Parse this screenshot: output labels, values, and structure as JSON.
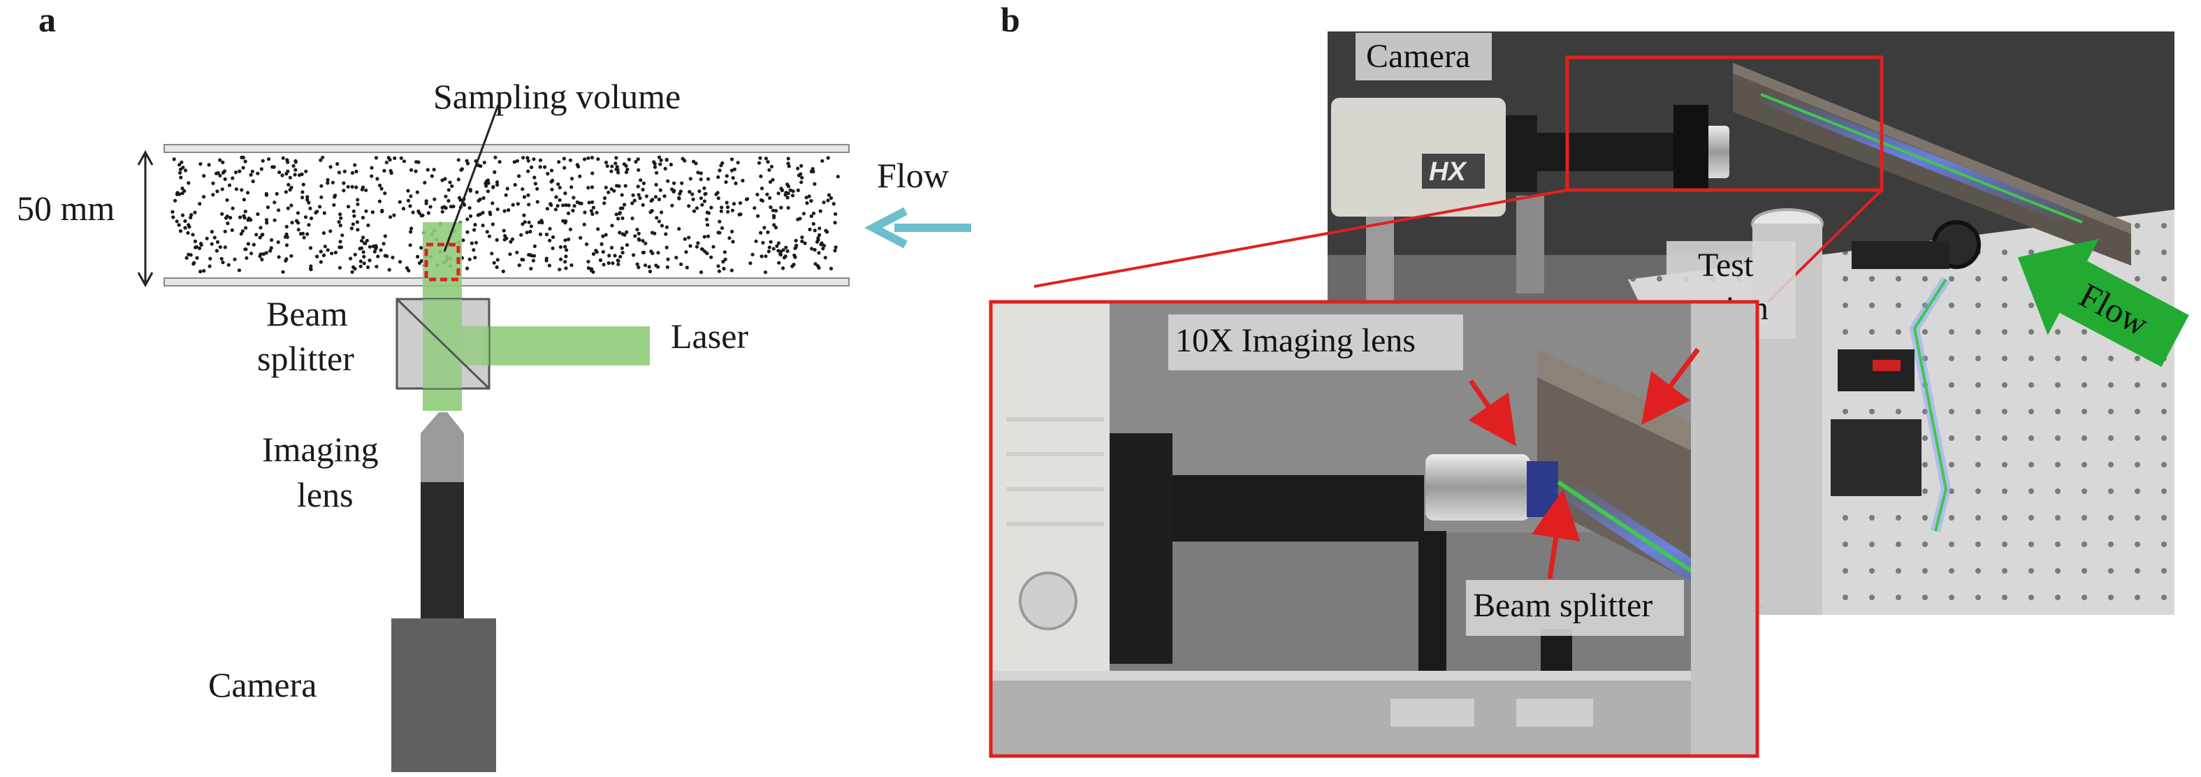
{
  "panel_a": {
    "letter": "a",
    "labels": {
      "sampling_volume": "Sampling volume",
      "flow": "Flow",
      "height": "50 mm",
      "beam_splitter_1": "Beam",
      "beam_splitter_2": "splitter",
      "laser": "Laser",
      "imaging_lens_1": "Imaging",
      "imaging_lens_2": "lens",
      "camera": "Camera"
    }
  },
  "panel_b": {
    "letter": "b",
    "labels": {
      "camera": "Camera",
      "test_1": "Test",
      "test_2": "section",
      "flow": "Flow",
      "imaging_lens": "10X Imaging lens",
      "beam_splitter": "Beam splitter",
      "camera_brand": "HX"
    }
  },
  "colors": {
    "laser_green": "#8fcc7a",
    "flow_arrow_cyan": "#6cbfcc",
    "highlight_red": "#e02020",
    "flow_arrow_green": "#22aa33"
  }
}
